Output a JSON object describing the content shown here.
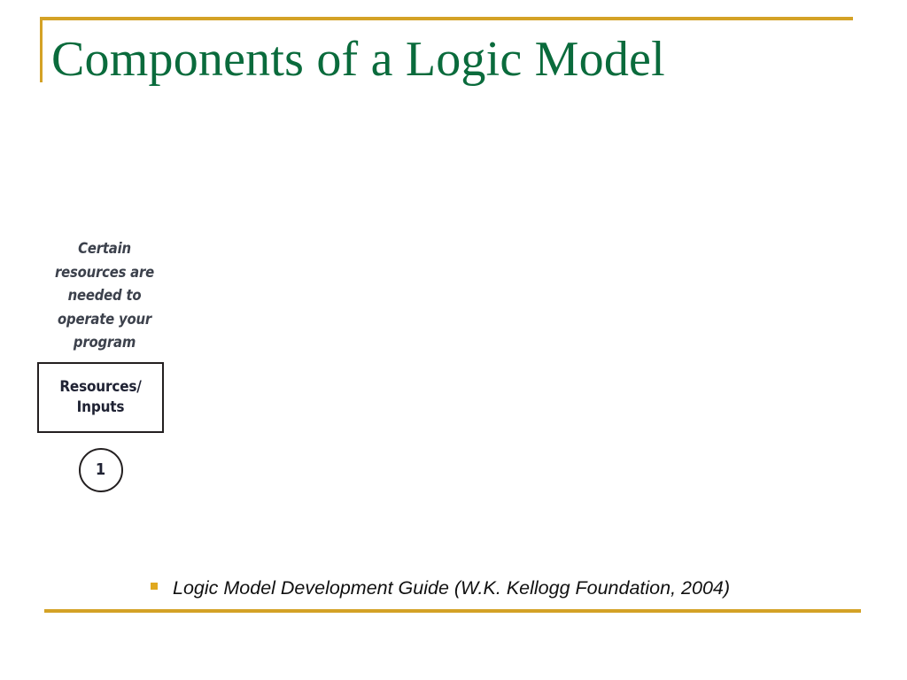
{
  "slide": {
    "title": "Components of a Logic Model",
    "accent_gold": "#D4A226",
    "title_green": "#0A6B3C",
    "background": "#FFFFFF"
  },
  "figure": {
    "caption_lines": [
      "Certain",
      "resources are",
      "needed to",
      "operate your",
      "program"
    ],
    "node": {
      "label_lines": [
        "Resources/",
        "Inputs"
      ],
      "border_color": "#231F20",
      "text_color": "#1F2233"
    },
    "step_badge": {
      "number": "1",
      "border_color": "#231F20"
    }
  },
  "citation": {
    "bullet_color": "#E0A81F",
    "text": "Logic Model Development Guide (W.K. Kellogg Foundation, 2004)"
  }
}
